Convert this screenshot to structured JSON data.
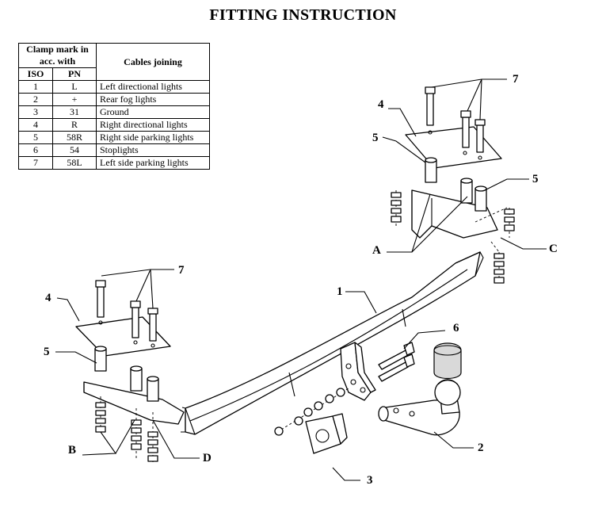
{
  "title": "FITTING INSTRUCTION",
  "table": {
    "header_clamp": "Clamp mark in acc. with",
    "header_cables": "Cables joining",
    "header_iso": "ISO",
    "header_pn": "PN",
    "rows": [
      {
        "iso": "1",
        "pn": "L",
        "desc": "Left directional lights"
      },
      {
        "iso": "2",
        "pn": "+",
        "desc": "Rear fog lights"
      },
      {
        "iso": "3",
        "pn": "31",
        "desc": "Ground"
      },
      {
        "iso": "4",
        "pn": "R",
        "desc": "Right directional lights"
      },
      {
        "iso": "5",
        "pn": "58R",
        "desc": "Right side parking lights"
      },
      {
        "iso": "6",
        "pn": "54",
        "desc": "Stoplights"
      },
      {
        "iso": "7",
        "pn": "58L",
        "desc": "Left side parking lights"
      }
    ]
  },
  "callouts": {
    "beam": "1",
    "ball": "2",
    "socket_plate": "3",
    "plate": "4",
    "spacer": "5",
    "bolts_6": "6",
    "bolts_7": "7",
    "A": "A",
    "B": "B",
    "C": "C",
    "D": "D"
  }
}
